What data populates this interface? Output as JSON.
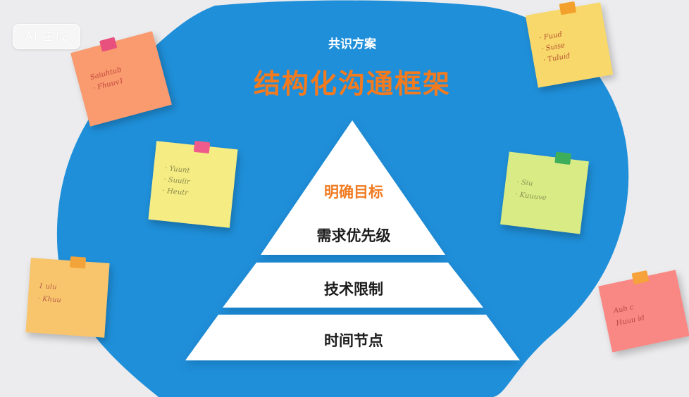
{
  "badge": {
    "label": "AI 生成"
  },
  "header": {
    "subtitle": "共识方案",
    "title": "结构化沟通框架"
  },
  "pyramid": {
    "tiers": [
      {
        "label": "明确目标",
        "accent": true
      },
      {
        "label": "需求优先级",
        "accent": false
      },
      {
        "label": "技术限制",
        "accent": false
      },
      {
        "label": "时间节点",
        "accent": false
      }
    ]
  },
  "colors": {
    "background": "#ececee",
    "blob": "#1f8fd9",
    "accent": "#f47a1e",
    "tier_fill": "#ffffff"
  },
  "sticky_notes": [
    {
      "color": "#f99a6f",
      "pin_color": "#e8507e",
      "lines": [
        "Saiuhtub",
        "· Fhuuv1"
      ],
      "ink": "#c0473a"
    },
    {
      "color": "#f8d86b",
      "pin_color": "#f3a12c",
      "lines": [
        "· Fuud",
        "· Suise",
        "· Tuluid"
      ],
      "ink": "#b5532f"
    },
    {
      "color": "#f5ec83",
      "pin_color": "#ef5b8a",
      "lines": [
        "· Yuunt",
        "· Suuiir",
        "· Heutr"
      ],
      "ink": "#8c8b4d"
    },
    {
      "color": "#d9eb85",
      "pin_color": "#3fae5b",
      "lines": [
        "· Siu",
        "· Kuuuve"
      ],
      "ink": "#8c9352"
    },
    {
      "color": "#f8c56c",
      "pin_color": "#f2a33a",
      "lines": [
        "1 ulu",
        "· Khuu"
      ],
      "ink": "#b9634a"
    },
    {
      "color": "#f98884",
      "pin_color": "#f5a33a",
      "lines": [
        "Aub c",
        "Huuu id"
      ],
      "ink": "#b84645"
    }
  ]
}
